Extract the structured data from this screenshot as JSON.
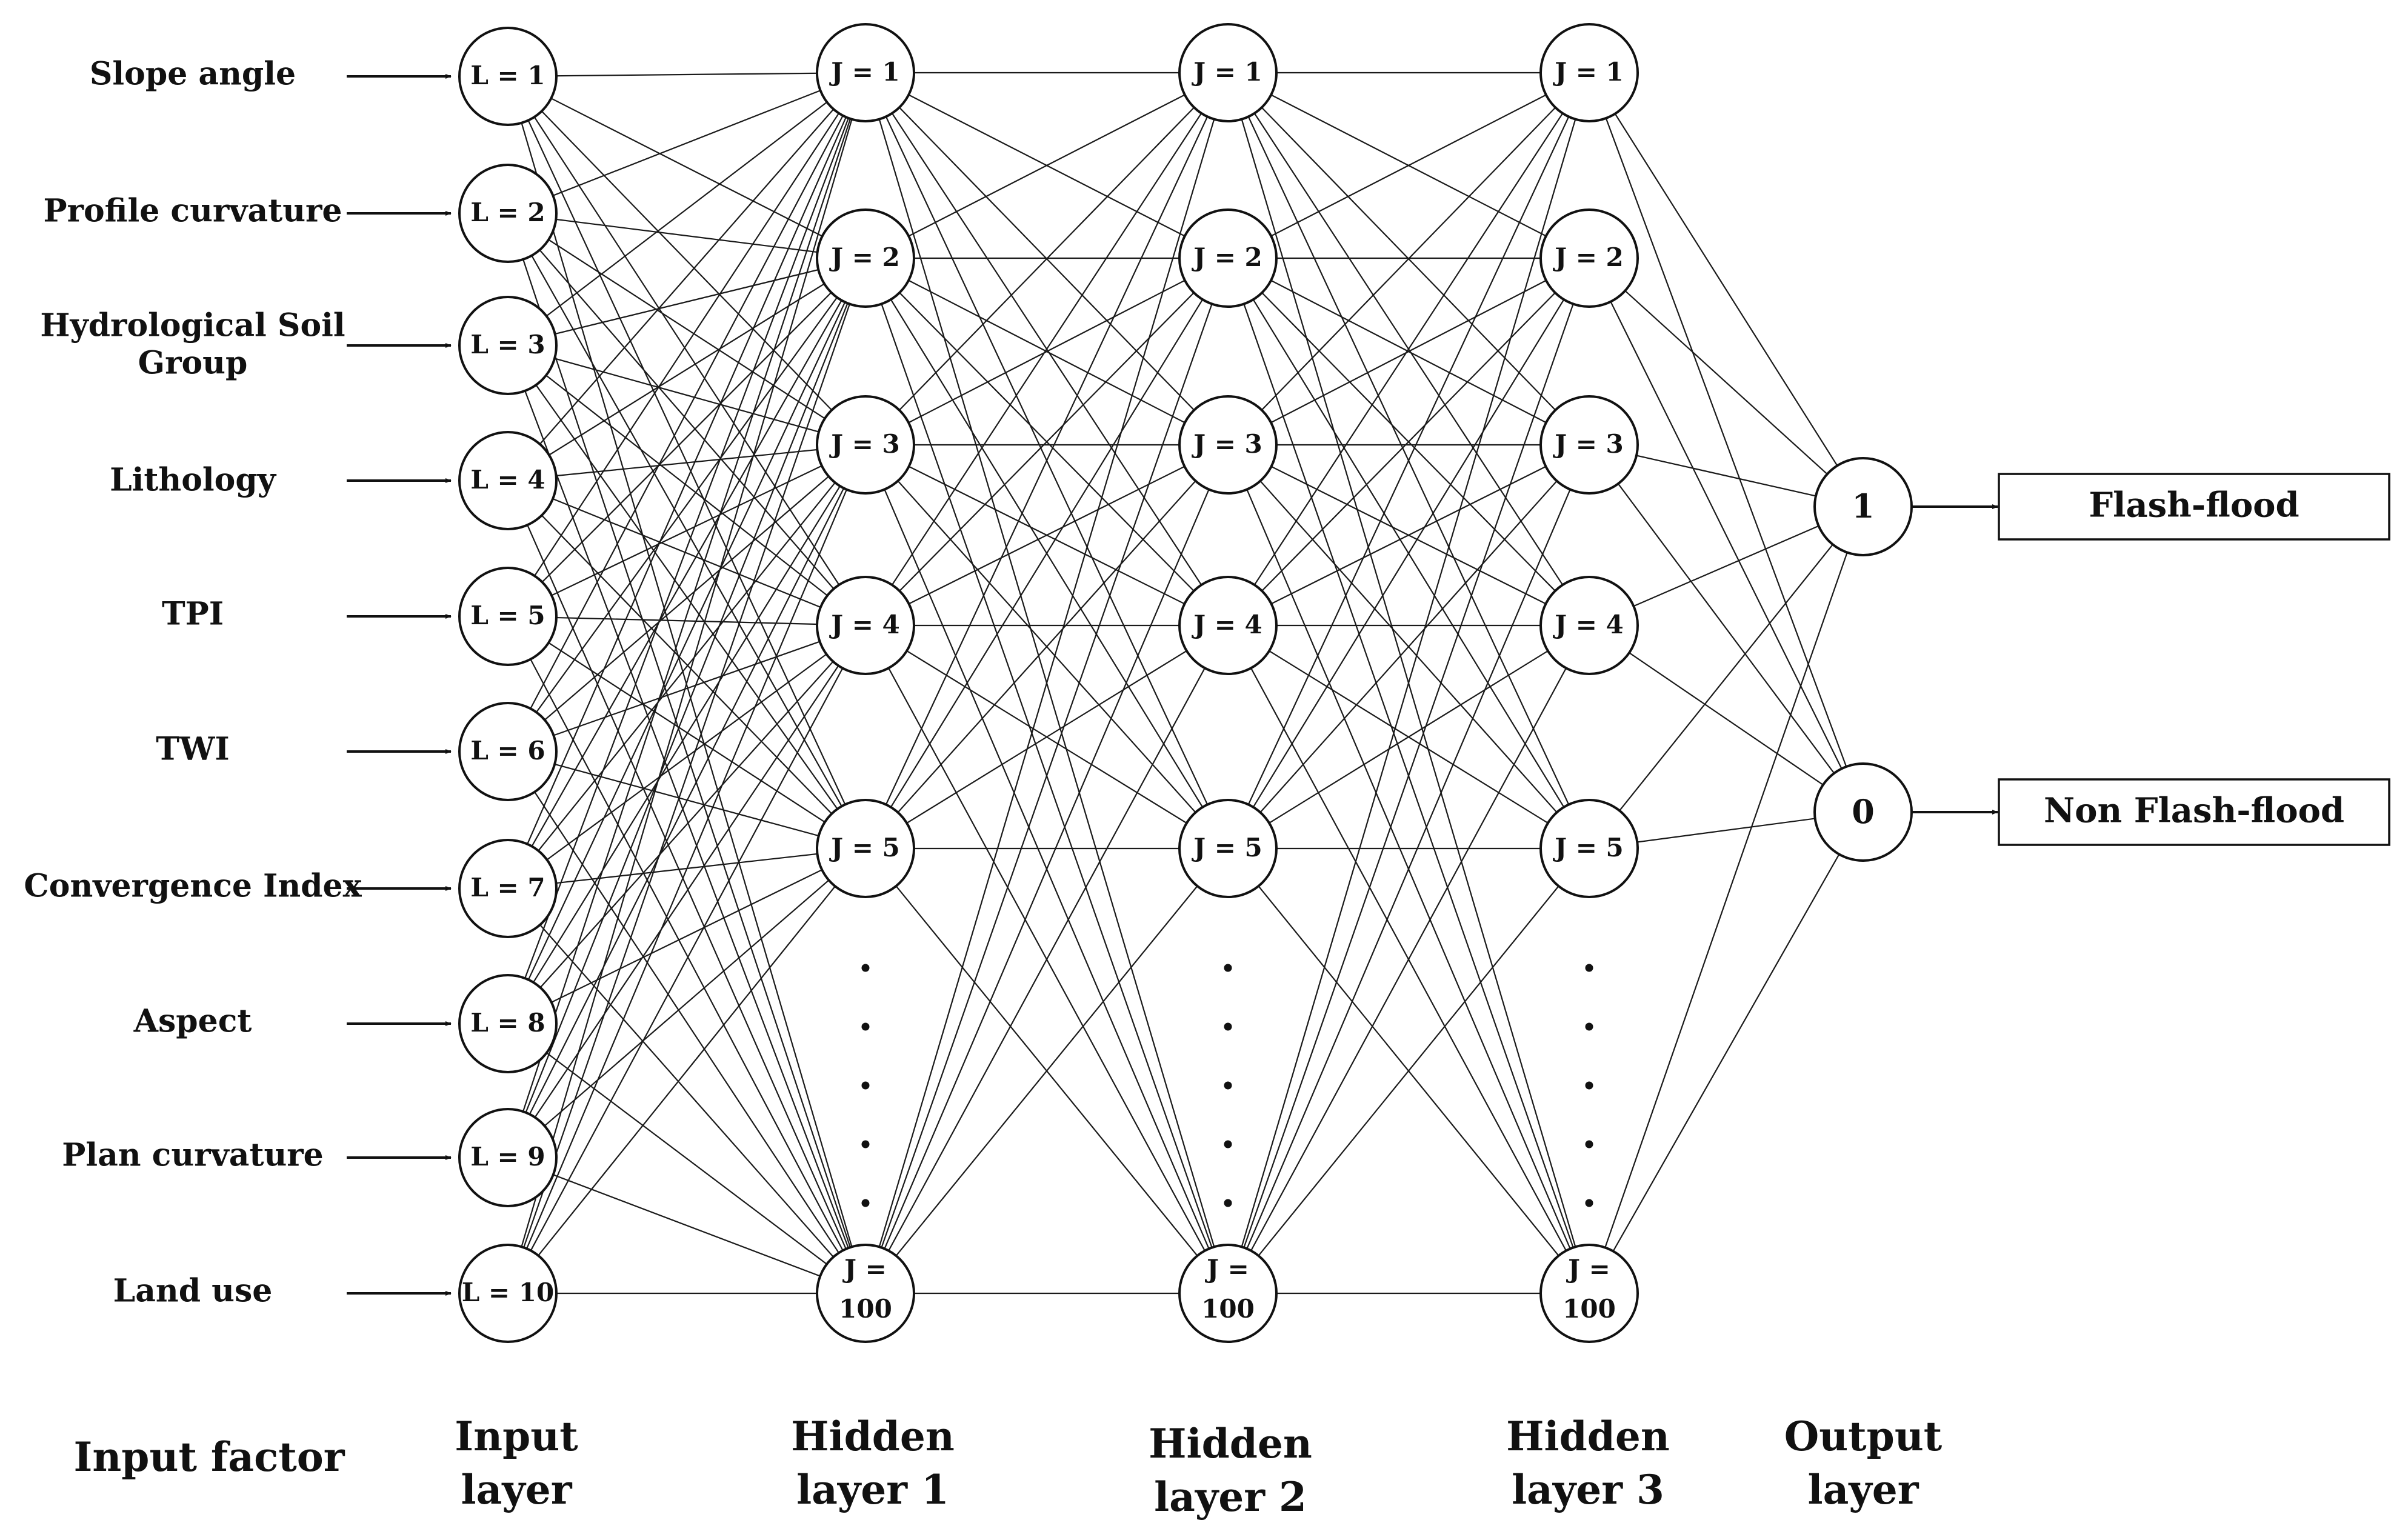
{
  "input_factors": [
    [
      "Slope angle"
    ],
    [
      "Profile curvature"
    ],
    [
      "Hydrological Soil",
      "Group"
    ],
    [
      "Lithology"
    ],
    [
      "TPI"
    ],
    [
      "TWI"
    ],
    [
      "Convergence Index"
    ],
    [
      "Aspect"
    ],
    [
      "Plan curvature"
    ],
    [
      "Land use"
    ]
  ],
  "input_nodes": [
    "L = 1",
    "L = 2",
    "L = 3",
    "L = 4",
    "L = 5",
    "L = 6",
    "L = 7",
    "L = 8",
    "L = 9",
    "L = 10"
  ],
  "hidden_layers": [
    {
      "nodes": [
        [
          "J = 1"
        ],
        [
          "J = 2"
        ],
        [
          "J = 3"
        ],
        [
          "J = 4"
        ],
        [
          "J = 5"
        ],
        [
          "J =",
          "100"
        ]
      ],
      "ellipsis_dots": 5
    },
    {
      "nodes": [
        [
          "J = 1"
        ],
        [
          "J = 2"
        ],
        [
          "J = 3"
        ],
        [
          "J = 4"
        ],
        [
          "J = 5"
        ],
        [
          "J =",
          "100"
        ]
      ],
      "ellipsis_dots": 5
    },
    {
      "nodes": [
        [
          "J = 1"
        ],
        [
          "J = 2"
        ],
        [
          "J = 3"
        ],
        [
          "J = 4"
        ],
        [
          "J = 5"
        ],
        [
          "J =",
          "100"
        ]
      ],
      "ellipsis_dots": 5
    }
  ],
  "output_nodes": [
    "1",
    "0"
  ],
  "output_labels": [
    "Flash-flood",
    "Non Flash-flood"
  ],
  "captions": {
    "input_factor": [
      "Input factor"
    ],
    "input_layer": [
      "Input",
      "layer"
    ],
    "hidden_layer_1": [
      "Hidden",
      "layer 1"
    ],
    "hidden_layer_2": [
      "Hidden",
      "layer 2"
    ],
    "hidden_layer_3": [
      "Hidden",
      "layer 3"
    ],
    "output_layer": [
      "Output",
      "layer"
    ]
  }
}
